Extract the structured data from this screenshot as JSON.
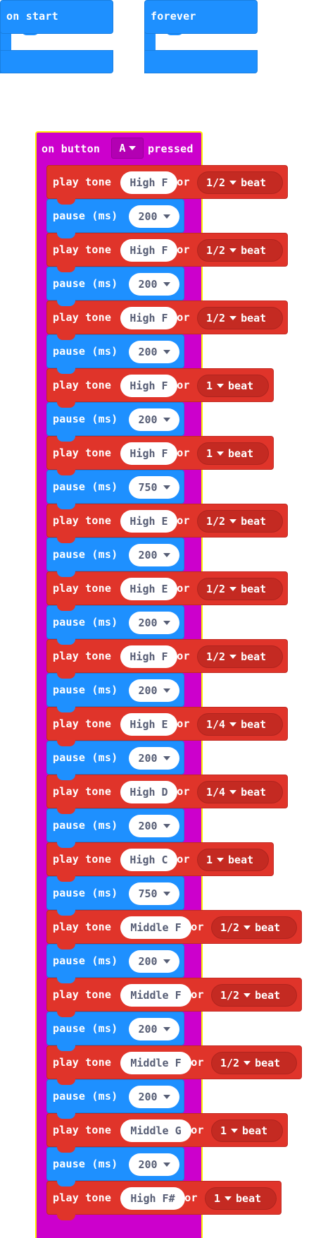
{
  "hats": [
    {
      "label": "on start"
    },
    {
      "label": "forever"
    }
  ],
  "event": {
    "prefix": "on button",
    "button": "A",
    "suffix": "pressed"
  },
  "labels": {
    "play_tone": "play tone",
    "for": "for",
    "beat": "beat",
    "pause": "pause (ms)"
  },
  "icons": [
    "chevron-down-icon"
  ],
  "colors": {
    "music": "#e0342a",
    "basic": "#1e90ff",
    "input": "#cc00cc",
    "highlight": "#ffee00"
  },
  "statements": [
    {
      "type": "tone",
      "note": "High F",
      "beat": "1/2"
    },
    {
      "type": "pause",
      "ms": "200"
    },
    {
      "type": "tone",
      "note": "High F",
      "beat": "1/2"
    },
    {
      "type": "pause",
      "ms": "200"
    },
    {
      "type": "tone",
      "note": "High F",
      "beat": "1/2"
    },
    {
      "type": "pause",
      "ms": "200"
    },
    {
      "type": "tone",
      "note": "High F",
      "beat": "1"
    },
    {
      "type": "pause",
      "ms": "200"
    },
    {
      "type": "tone",
      "note": "High F",
      "beat": "1"
    },
    {
      "type": "pause",
      "ms": "750"
    },
    {
      "type": "tone",
      "note": "High E",
      "beat": "1/2"
    },
    {
      "type": "pause",
      "ms": "200"
    },
    {
      "type": "tone",
      "note": "High E",
      "beat": "1/2"
    },
    {
      "type": "pause",
      "ms": "200"
    },
    {
      "type": "tone",
      "note": "High F",
      "beat": "1/2"
    },
    {
      "type": "pause",
      "ms": "200"
    },
    {
      "type": "tone",
      "note": "High E",
      "beat": "1/4"
    },
    {
      "type": "pause",
      "ms": "200"
    },
    {
      "type": "tone",
      "note": "High D",
      "beat": "1/4"
    },
    {
      "type": "pause",
      "ms": "200"
    },
    {
      "type": "tone",
      "note": "High C",
      "beat": "1"
    },
    {
      "type": "pause",
      "ms": "750"
    },
    {
      "type": "tone",
      "note": "Middle F",
      "beat": "1/2"
    },
    {
      "type": "pause",
      "ms": "200"
    },
    {
      "type": "tone",
      "note": "Middle F",
      "beat": "1/2"
    },
    {
      "type": "pause",
      "ms": "200"
    },
    {
      "type": "tone",
      "note": "Middle F",
      "beat": "1/2"
    },
    {
      "type": "pause",
      "ms": "200"
    },
    {
      "type": "tone",
      "note": "Middle G",
      "beat": "1"
    },
    {
      "type": "pause",
      "ms": "200"
    },
    {
      "type": "tone",
      "note": "High F#",
      "beat": "1"
    }
  ]
}
